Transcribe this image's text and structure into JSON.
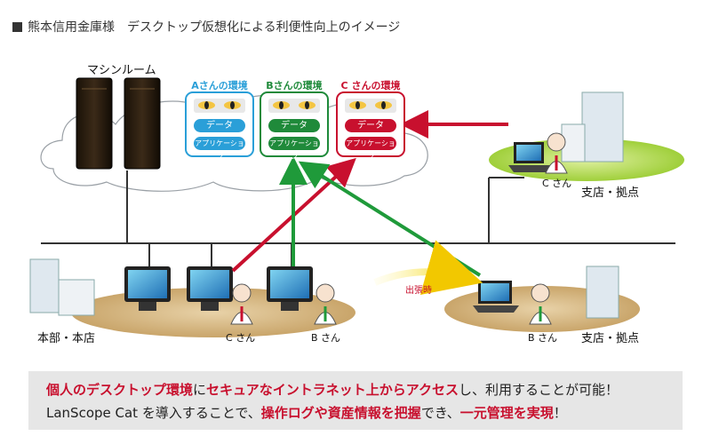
{
  "title": "熊本信用金庫様　デスクトップ仮想化による利便性向上のイメージ",
  "machine_room": "マシンルーム",
  "environments": [
    {
      "title": "Aさんの環境",
      "data": "データ",
      "app": "アプリケーション",
      "color": "#2a9fd8"
    },
    {
      "title": "Bさんの環境",
      "data": "データ",
      "app": "アプリケーション",
      "color": "#1f8a3a"
    },
    {
      "title": "C さんの環境",
      "data": "データ",
      "app": "アプリケーション",
      "color": "#c8102e"
    }
  ],
  "locations": {
    "head_office": "本部・本店",
    "branch_top": "支店・拠点",
    "branch_bottom": "支店・拠点"
  },
  "users": {
    "c_branch": "C さん",
    "c_office": "C さん",
    "b_office": "B さん",
    "b_trip": "B さん"
  },
  "business_trip": "出張時",
  "banner": {
    "line1": [
      {
        "text": "個人のデスクトップ環境",
        "hl": true
      },
      {
        "text": "に",
        "hl": false
      },
      {
        "text": "セキュアなイントラネット上からアクセス",
        "hl": true
      },
      {
        "text": "し、利用することが可能！",
        "hl": false
      }
    ],
    "line2": [
      {
        "text": "LanScope Cat を導入することで、",
        "hl": false
      },
      {
        "text": "操作ログや資産情報を把握",
        "hl": true
      },
      {
        "text": "でき、",
        "hl": false
      },
      {
        "text": "一元管理を実現",
        "hl": true
      },
      {
        "text": "！",
        "hl": false
      }
    ]
  },
  "colors": {
    "red_arrow": "#c8102e",
    "green_arrow": "#1f9a3a",
    "network": "#333333"
  }
}
